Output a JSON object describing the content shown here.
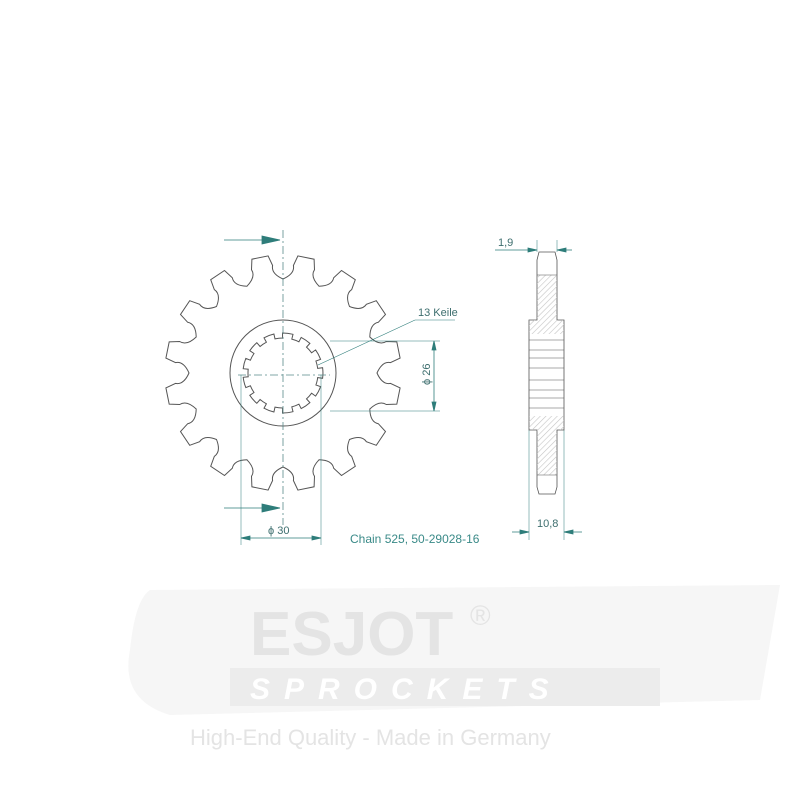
{
  "watermark": {
    "brand": "ESJOT",
    "registered": "®",
    "sub": "SPROCKETS",
    "tagline": "High-End Quality - Made in Germany"
  },
  "drawing": {
    "teeth": 16,
    "splines_label": "13 Keile",
    "spline_diameter_label": "ϕ 26",
    "hub_diameter_label": "ϕ 30",
    "tooth_width_label": "1,9",
    "hub_width_label": "10,8",
    "caption": "Chain 525, 50-29028-16"
  },
  "colors": {
    "line": "#555555",
    "dimension": "#2e7d7a",
    "caption": "#3a8a88",
    "hatch": "#c8c8c8"
  }
}
